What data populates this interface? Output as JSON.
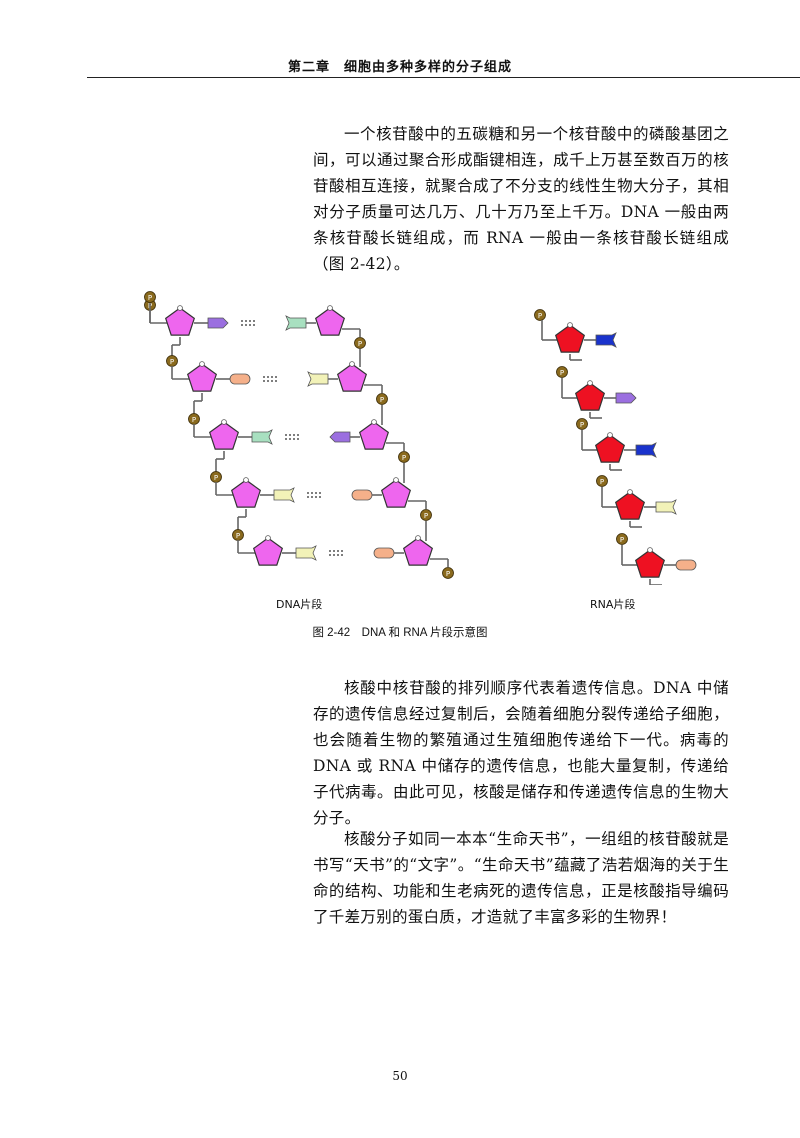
{
  "header": {
    "title": "第二章　细胞由多种多样的分子组成"
  },
  "body": {
    "paragraph_1": "一个核苷酸中的五碳糖和另一个核苷酸中的磷酸基团之间，可以通过聚合形成酯键相连，成千上万甚至数百万的核苷酸相互连接，就聚合成了不分支的线性生物大分子，其相对分子质量可达几万、几十万乃至上千万。DNA 一般由两条核苷酸长链组成，而 RNA 一般由一条核苷酸长链组成（图 2-42）。",
    "paragraph_2": "核酸中核苷酸的排列顺序代表着遗传信息。DNA 中储存的遗传信息经过复制后，会随着细胞分裂传递给子细胞，也会随着生物的繁殖通过生殖细胞传递给下一代。病毒的 DNA 或 RNA 中储存的遗传信息，也能大量复制，传递给子代病毒。由此可见，核酸是储存和传递遗传信息的生物大分子。",
    "paragraph_3": "核酸分子如同一本本“生命天书”，一组组的核苷酸就是书写“天书”的“文字”。“生命天书”蕴藏了浩若烟海的关于生命的结构、功能和生老病死的遗传信息，正是核酸指导编码了千差万别的蛋白质，才造就了丰富多彩的生物界！"
  },
  "figure": {
    "dna_label": "DNA片段",
    "rna_label": "RNA片段",
    "caption": "图 2-42　DNA 和 RNA 片段示意图",
    "phosphate_symbol": "P",
    "colors": {
      "dna_sugar": "#ee66ee",
      "rna_sugar": "#ee1122",
      "phosphate": "#8a6a1e",
      "base_purple": "#9b6fe0",
      "base_green": "#a8e0c0",
      "base_orange": "#f5b08a",
      "base_yellow": "#f2f2b8",
      "base_blue": "#1a33cc",
      "backbone": "#666666"
    },
    "dna_rows": [
      {
        "left_base": "purple-arrow",
        "right_base": "green-notch"
      },
      {
        "left_base": "orange-oval",
        "right_base": "yellow-notch"
      },
      {
        "left_base": "green-notch",
        "right_base": "purple-arrow"
      },
      {
        "left_base": "yellow-notch",
        "right_base": "orange-oval"
      },
      {
        "left_base": "yellow-notch",
        "right_base": "orange-oval"
      }
    ],
    "rna_bases": [
      "blue-notch",
      "purple-arrow",
      "blue-notch",
      "yellow-notch",
      "orange-oval"
    ]
  },
  "footer": {
    "page_number": "50"
  }
}
